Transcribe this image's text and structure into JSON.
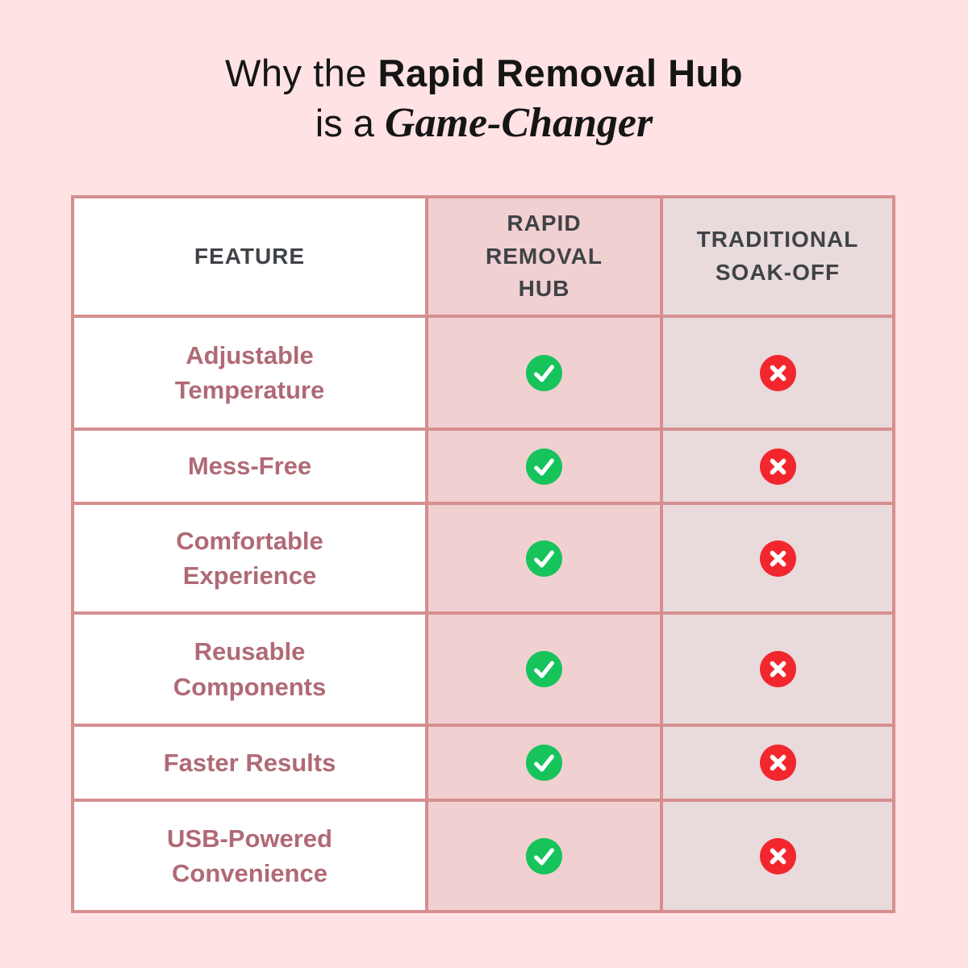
{
  "background_color": "#ffe2e4",
  "title": {
    "line1_regular": "Why the",
    "line1_bold": "Rapid Removal Hub",
    "line2_regular": "is a",
    "line2_italic": "Game-Changer"
  },
  "table": {
    "header": {
      "feature": "FEATURE",
      "rapid": "RAPID\nREMOVAL\nHUB",
      "traditional": "TRADITIONAL\nSOAK-OFF"
    },
    "features": [
      "Adjustable\nTemperature",
      "Mess-Free",
      "Comfortable\nExperience",
      "Reusable\nComponents",
      "Faster Results",
      "USB-Powered\nConvenience"
    ]
  },
  "chart_data": {
    "type": "table",
    "title": "Why the Rapid Removal Hub is a Game-Changer",
    "columns": [
      "FEATURE",
      "RAPID REMOVAL HUB",
      "TRADITIONAL SOAK-OFF"
    ],
    "rows": [
      {
        "feature": "Adjustable Temperature",
        "rapid_removal_hub": true,
        "traditional_soak_off": false
      },
      {
        "feature": "Mess-Free",
        "rapid_removal_hub": true,
        "traditional_soak_off": false
      },
      {
        "feature": "Comfortable Experience",
        "rapid_removal_hub": true,
        "traditional_soak_off": false
      },
      {
        "feature": "Reusable Components",
        "rapid_removal_hub": true,
        "traditional_soak_off": false
      },
      {
        "feature": "Faster Results",
        "rapid_removal_hub": true,
        "traditional_soak_off": false
      },
      {
        "feature": "USB-Powered Convenience",
        "rapid_removal_hub": true,
        "traditional_soak_off": false
      }
    ],
    "legend": "check = has feature, cross = lacks feature",
    "layout": {
      "grid": "on",
      "header_position": "top"
    }
  },
  "colors": {
    "check_green": "#17c35b",
    "cross_red": "#f2272e",
    "grid_border": "#d68f90",
    "rapid_column_bg": "#f1d0d1",
    "traditional_column_bg": "#e9dadc",
    "feature_text": "#b06a75",
    "header_text": "#3f4347"
  }
}
